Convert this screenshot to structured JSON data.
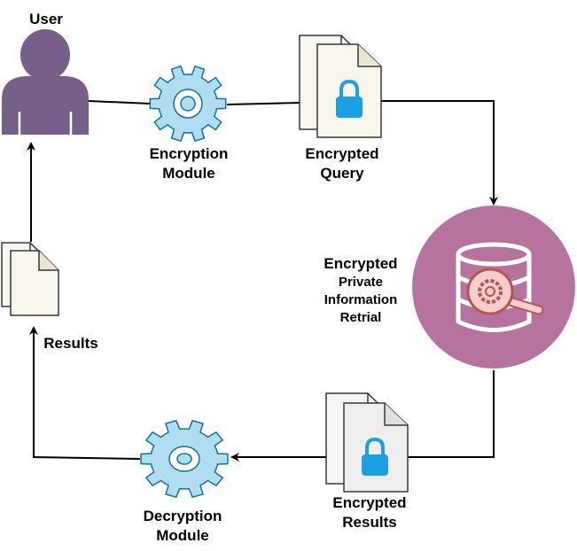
{
  "labels": {
    "user": "User",
    "encryption_module": [
      "Encryption",
      "Module"
    ],
    "encrypted_query": [
      "Encrypted",
      "Query"
    ],
    "pir_title": "Encrypted",
    "pir_sub": [
      "Private",
      "Information",
      "Retrial"
    ],
    "results": "Results",
    "decryption_module": [
      "Decryption",
      "Module"
    ],
    "encrypted_results": [
      "Encrypted",
      "Results"
    ]
  },
  "colors": {
    "user": "#76608a",
    "gear_fill": "#b1ddf0",
    "gear_stroke": "#10739e",
    "doc_fill": "#f9f7ed",
    "doc_alt_fill": "#eeeeee",
    "doc_stroke": "#36393d",
    "lock": "#1ba1e2",
    "db_circle": "#b5739d",
    "magnifier": "#f8cecc",
    "magnifier_stroke": "#b85450",
    "arrow": "#000000"
  },
  "icons": [
    "user-icon",
    "gear-icon",
    "document-stack-icon",
    "lock-icon",
    "database-icon",
    "magnifier-gear-icon"
  ]
}
